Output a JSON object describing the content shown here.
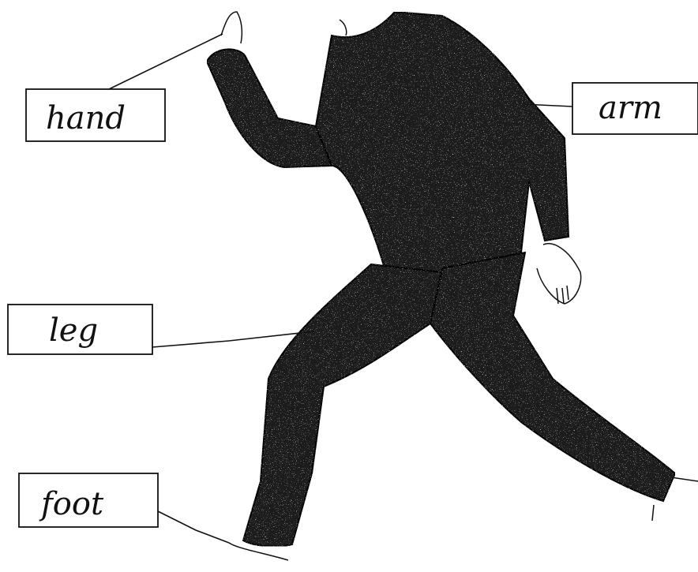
{
  "labels": {
    "hand": "hand",
    "arm": "arm",
    "leg": "leg",
    "foot": "foot"
  },
  "colors": {
    "figure": "#1a1a1a",
    "ink": "#111111",
    "background": "#ffffff"
  }
}
